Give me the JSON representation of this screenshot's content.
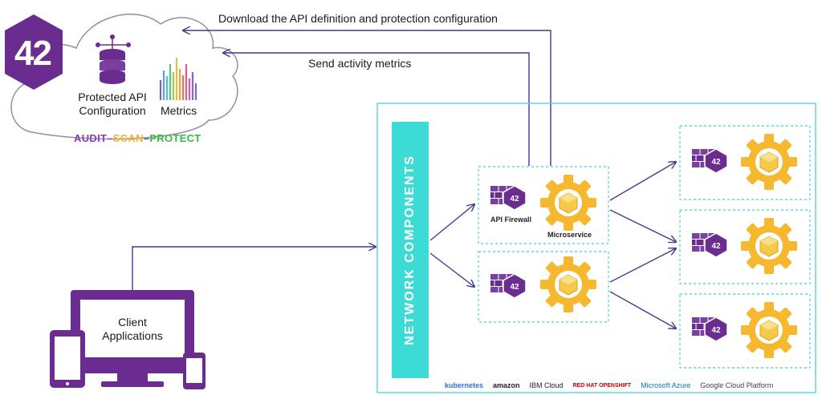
{
  "arrows": {
    "download_label": "Download the API definition and protection configuration",
    "metrics_label": "Send activity metrics"
  },
  "cloud": {
    "logo_text": "42",
    "config_label_line1": "Protected API",
    "config_label_line2": "Configuration",
    "metrics_label": "Metrics",
    "audit": "AUDIT",
    "scan": "SCAN",
    "protect": "PROTECT",
    "sep": "–"
  },
  "network_components": "NETWORK COMPONENTS",
  "pods": {
    "firewall_label": "API Firewall",
    "microservice_label": "Microservice"
  },
  "client": {
    "label_line1": "Client",
    "label_line2": "Applications"
  },
  "platforms": [
    "kubernetes",
    "amazon",
    "IBM Cloud",
    "RED HAT OPENSHIFT",
    "Microsoft Azure",
    "Google Cloud Platform"
  ],
  "colors": {
    "purple": "#6b2c8f",
    "teal": "#3ddbd6",
    "gold": "#f5b82e",
    "arrow": "#3b3b8f",
    "audit": "#8a3fb0",
    "scan": "#f2b52d",
    "protect": "#3cb54a"
  }
}
